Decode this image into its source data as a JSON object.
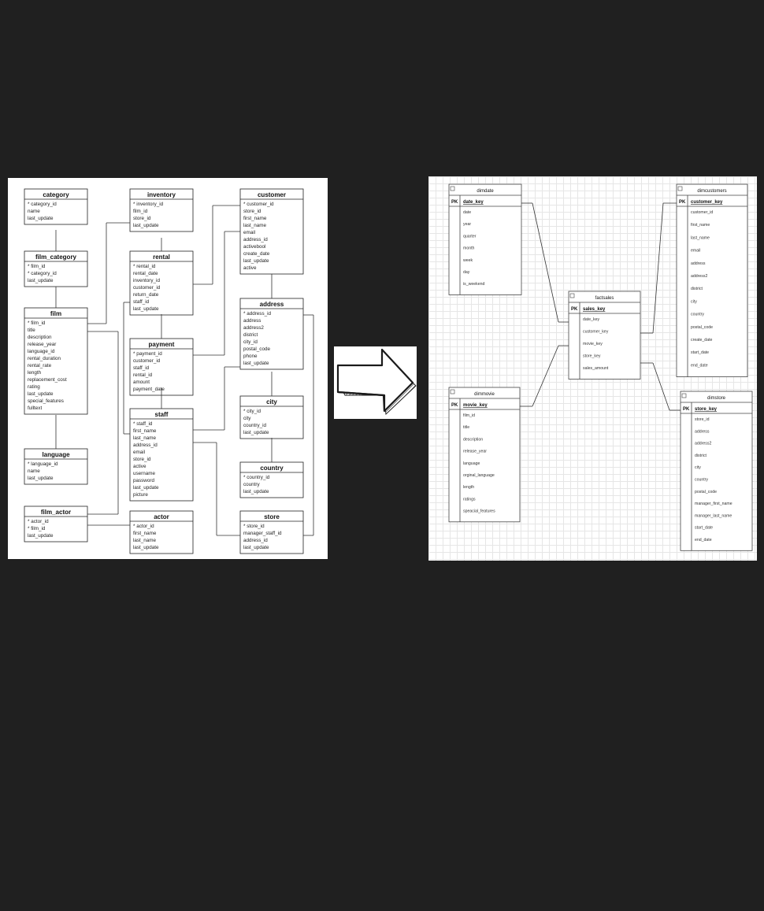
{
  "source_model": {
    "tables": [
      {
        "name": "category",
        "fields": [
          "* category_id",
          "name",
          "last_update"
        ]
      },
      {
        "name": "inventory",
        "fields": [
          "* inventory_id",
          "film_id",
          "store_id",
          "last_update"
        ]
      },
      {
        "name": "customer",
        "fields": [
          "* customer_id",
          "store_id",
          "first_name",
          "last_name",
          "email",
          "address_id",
          "activebool",
          "create_date",
          "last_update",
          "active"
        ]
      },
      {
        "name": "film_category",
        "fields": [
          "* film_id",
          "* category_id",
          "last_update"
        ]
      },
      {
        "name": "rental",
        "fields": [
          "* rental_id",
          "rental_date",
          "inventory_id",
          "customer_id",
          "return_date",
          "staff_id",
          "last_update"
        ]
      },
      {
        "name": "address",
        "fields": [
          "* address_id",
          "address",
          "address2",
          "district",
          "city_id",
          "postal_code",
          "phone",
          "last_update"
        ]
      },
      {
        "name": "film",
        "fields": [
          "* film_id",
          "title",
          "description",
          "release_year",
          "language_id",
          "rental_duration",
          "rental_rate",
          "length",
          "replacement_cost",
          "rating",
          "last_update",
          "special_features",
          "fulltext"
        ]
      },
      {
        "name": "payment",
        "fields": [
          "* payment_id",
          "customer_id",
          "staff_id",
          "rental_id",
          "amount",
          "payment_date"
        ]
      },
      {
        "name": "city",
        "fields": [
          "* city_id",
          "city",
          "country_id",
          "last_update"
        ]
      },
      {
        "name": "staff",
        "fields": [
          "* staff_id",
          "first_name",
          "last_name",
          "address_id",
          "email",
          "store_id",
          "active",
          "username",
          "password",
          "last_update",
          "picture"
        ]
      },
      {
        "name": "language",
        "fields": [
          "* language_id",
          "name",
          "last_update"
        ]
      },
      {
        "name": "country",
        "fields": [
          "* country_id",
          "country",
          "last_update"
        ]
      },
      {
        "name": "film_actor",
        "fields": [
          "* actor_id",
          "* film_id",
          "last_update"
        ]
      },
      {
        "name": "actor",
        "fields": [
          "* actor_id",
          "first_name",
          "last_name",
          "last_update"
        ]
      },
      {
        "name": "store",
        "fields": [
          "* store_id",
          "manager_staff_id",
          "address_id",
          "last_update"
        ]
      }
    ]
  },
  "target_model": {
    "pk_label": "PK",
    "tables": [
      {
        "name": "dimdate",
        "pk": "date_key",
        "fields": [
          "date",
          "year",
          "quarter",
          "month",
          "week",
          "day",
          "is_weekend"
        ]
      },
      {
        "name": "dimcustomers",
        "pk": "customer_key",
        "fields": [
          "customer_id",
          "first_name",
          "last_name",
          "email",
          "address",
          "address2",
          "district",
          "city",
          "country",
          "postal_code",
          "create_date",
          "start_date",
          "end_date"
        ]
      },
      {
        "name": "factsales",
        "pk": "sales_key",
        "fields": [
          "date_key",
          "customer_key",
          "movie_key",
          "store_key",
          "sales_amount"
        ]
      },
      {
        "name": "dimmovie",
        "pk": "movie_key",
        "fields": [
          "film_id",
          "title",
          "description",
          "release_year",
          "language",
          "orginal_language",
          "length",
          "ratings",
          "speacial_features"
        ]
      },
      {
        "name": "dimstore",
        "pk": "store_key",
        "fields": [
          "store_id",
          "address",
          "address2",
          "district",
          "city",
          "country",
          "postal_code",
          "manager_first_name",
          "manager_last_name",
          "start_date",
          "end_date"
        ]
      }
    ]
  }
}
